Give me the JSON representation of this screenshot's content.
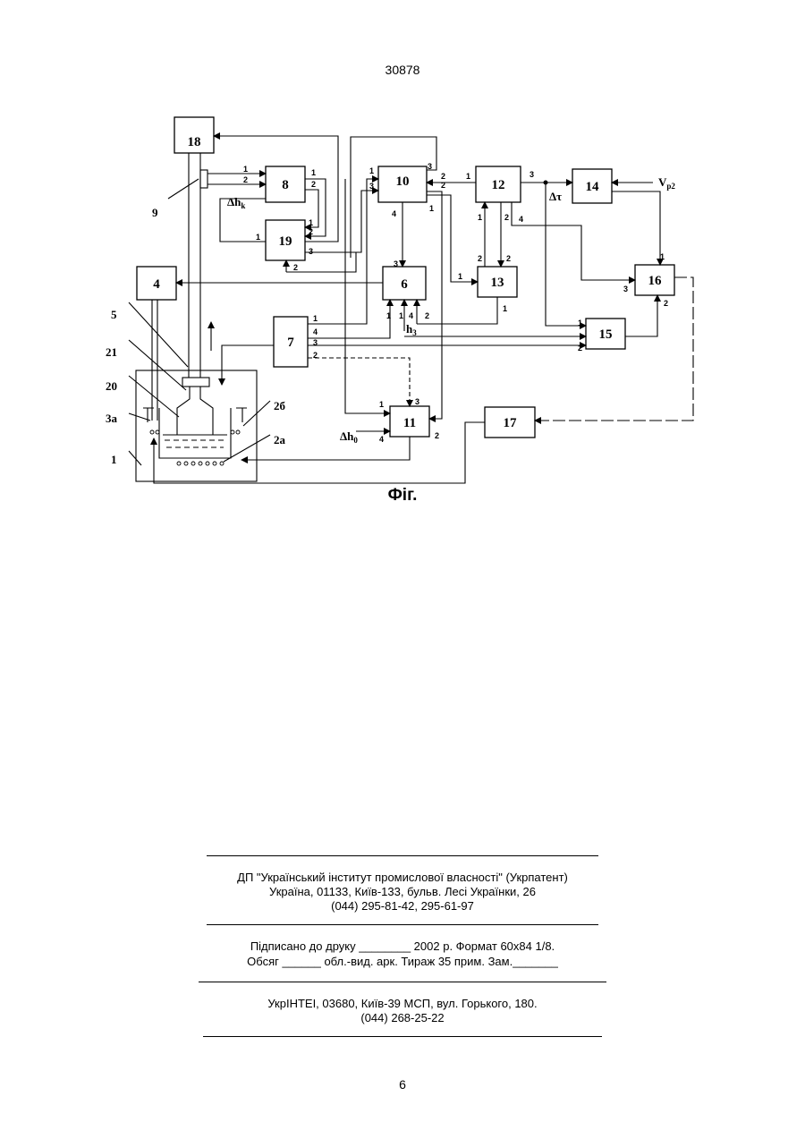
{
  "page": {
    "number_top": "30878",
    "number_bottom": "6"
  },
  "figure": {
    "caption": "Фіг.",
    "blocks": [
      "18",
      "8",
      "19",
      "4",
      "10",
      "6",
      "7",
      "11",
      "12",
      "13",
      "14",
      "16",
      "15",
      "17"
    ],
    "labels": {
      "delta_hk": "Δh",
      "delta_hk_sub": "k",
      "delta_h0": "Δh",
      "delta_h0_sub": "0",
      "h3": "h",
      "h3_sub": "3",
      "delta_tau": "Δτ",
      "vp2": "V",
      "vp2_sub": "p2",
      "ref_9": "9",
      "ref_5": "5",
      "ref_21": "21",
      "ref_20": "20",
      "ref_3a": "3a",
      "ref_1": "1",
      "ref_2b": "2б",
      "ref_2a": "2a"
    }
  },
  "imprint": {
    "org_line1": "ДП \"Український інститут промислової власності\" (Укрпатент)",
    "org_line2": "Україна, 01133, Київ-133, бульв. Лесі Українки, 26",
    "org_line3": "(044) 295-81-42, 295-61-97",
    "print_line1": "Підписано до друку ________ 2002 р.    Формат 60х84 1/8.",
    "print_line2": "Обсяг ______ обл.-вид. арк.   Тираж 35 прим.    Зам._______",
    "ukrintei_line1": "УкрІНТЕІ, 03680, Київ-39 МСП, вул. Горького, 180.",
    "ukrintei_line2": "(044) 268-25-22"
  }
}
